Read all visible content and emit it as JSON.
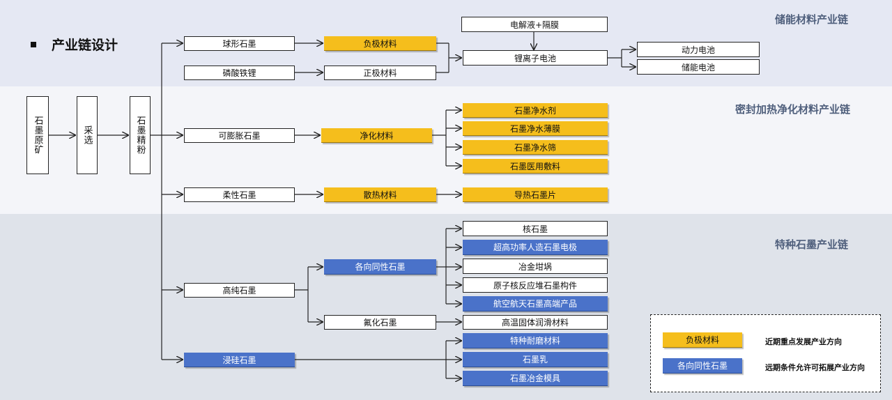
{
  "section_title": "产业链设计",
  "bands": {
    "energy": "储能材料产业链",
    "seal": "密封加热净化材料产业链",
    "special": "特种石墨产业链"
  },
  "nodes": {
    "raw_ore": "石墨原矿",
    "dressing": "采选",
    "fine_powder": "石墨精粉",
    "spherical": "球形石墨",
    "lfp": "磷酸铁锂",
    "anode": "负极材料",
    "cathode": "正极材料",
    "electrolyte": "电解液+隔膜",
    "li_battery": "锂离子电池",
    "power_battery": "动力电池",
    "storage_battery": "储能电池",
    "expandable": "可膨胀石墨",
    "purify": "净化材料",
    "water_agent": "石墨净水剂",
    "water_film": "石墨净水薄膜",
    "water_sieve": "石墨净水筛",
    "medical": "石墨医用敷料",
    "flexible": "柔性石墨",
    "heat_diss": "散热材料",
    "thermal_sheet": "导热石墨片",
    "high_purity": "高纯石墨",
    "isotropic": "各向同性石墨",
    "fluorinated": "氟化石墨",
    "nuclear": "核石墨",
    "uhp_electrode": "超高功率人造石墨电极",
    "crucible": "冶金坩埚",
    "reactor_parts": "原子核反应堆石墨构件",
    "aerospace": "航空航天石墨高端产品",
    "lubricant": "高温固体润滑材料",
    "si_graphite": "浸硅石墨",
    "wear": "特种耐磨材料",
    "emulsion": "石墨乳",
    "mold": "石墨冶金模具"
  },
  "legend": {
    "yellow_label": "负极材料",
    "yellow_desc": "近期重点发展产业方向",
    "blue_label": "各向同性石墨",
    "blue_desc": "远期条件允许可拓展产业方向",
    "colors": {
      "yellow": "#f5be1c",
      "blue": "#4a72c9"
    }
  }
}
